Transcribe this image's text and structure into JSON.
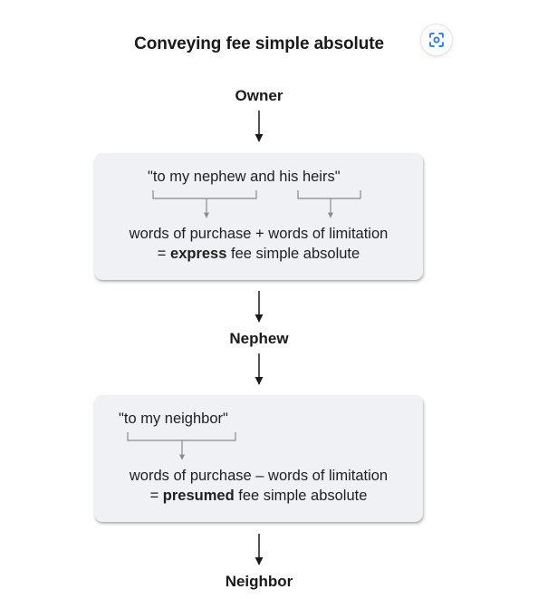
{
  "title": "Conveying fee simple absolute",
  "nodes": {
    "owner": "Owner",
    "nephew": "Nephew",
    "neighbor": "Neighbor"
  },
  "box1": {
    "quote": "\"to my nephew and his heirs\"",
    "line1": "words of purchase + words of limitation",
    "line2_prefix": "= ",
    "line2_bold": "express",
    "line2_suffix": " fee simple absolute"
  },
  "box2": {
    "quote": "\"to my neighbor\"",
    "line1": "words of purchase – words of limitation",
    "line2_prefix": "= ",
    "line2_bold": "presumed",
    "line2_suffix": " fee simple absolute"
  },
  "icons": {
    "lens": "visual-search-icon",
    "arrow": "down-arrow-icon"
  },
  "colors": {
    "box_fill": "#eff1f4",
    "bracket": "#8a8a8a",
    "arrow": "#1a1a1a"
  }
}
